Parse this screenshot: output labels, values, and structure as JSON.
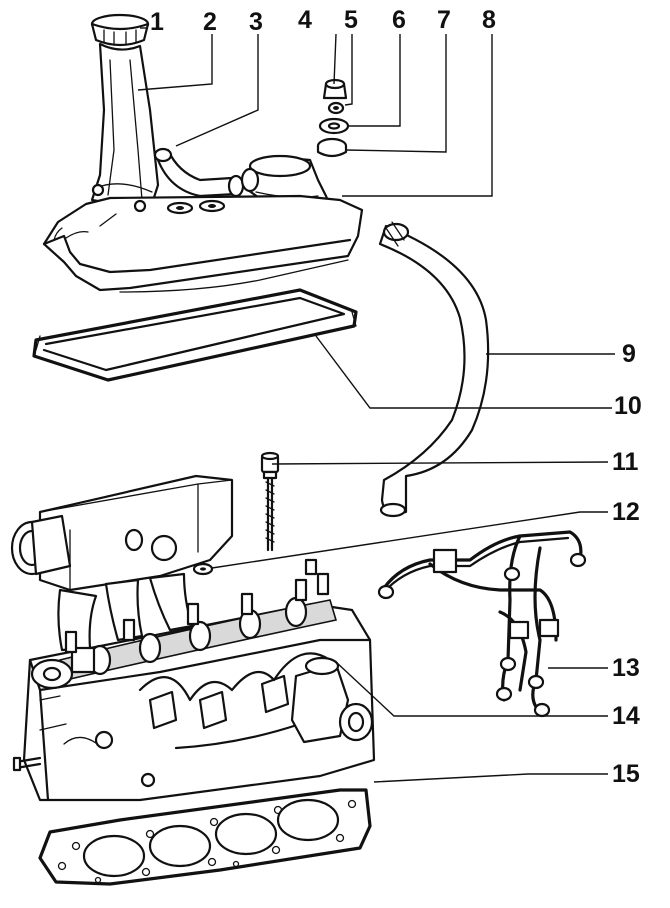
{
  "labels": [
    {
      "id": "1",
      "text": "1"
    },
    {
      "id": "2",
      "text": "2"
    },
    {
      "id": "3",
      "text": "3"
    },
    {
      "id": "4",
      "text": "4"
    },
    {
      "id": "5",
      "text": "5"
    },
    {
      "id": "6",
      "text": "6"
    },
    {
      "id": "7",
      "text": "7"
    },
    {
      "id": "8",
      "text": "8"
    },
    {
      "id": "9",
      "text": "9"
    },
    {
      "id": "10",
      "text": "10"
    },
    {
      "id": "11",
      "text": "11"
    },
    {
      "id": "12",
      "text": "12"
    },
    {
      "id": "13",
      "text": "13"
    },
    {
      "id": "14",
      "text": "14"
    },
    {
      "id": "15",
      "text": "15"
    }
  ]
}
